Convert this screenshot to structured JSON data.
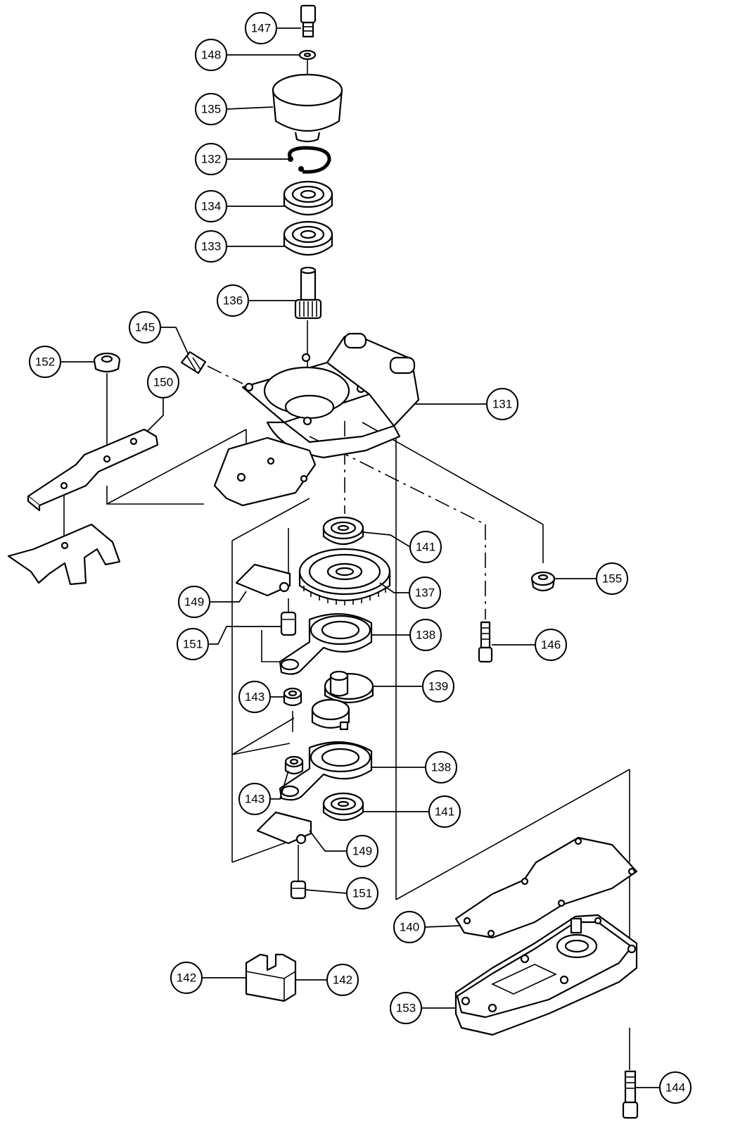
{
  "diagram": {
    "callouts": [
      {
        "id": "c147",
        "label": "147"
      },
      {
        "id": "c148",
        "label": "148"
      },
      {
        "id": "c135",
        "label": "135"
      },
      {
        "id": "c132",
        "label": "132"
      },
      {
        "id": "c134",
        "label": "134"
      },
      {
        "id": "c133",
        "label": "133"
      },
      {
        "id": "c136",
        "label": "136"
      },
      {
        "id": "c145",
        "label": "145"
      },
      {
        "id": "c152",
        "label": "152"
      },
      {
        "id": "c150",
        "label": "150"
      },
      {
        "id": "c131",
        "label": "131"
      },
      {
        "id": "c141a",
        "label": "141"
      },
      {
        "id": "c155",
        "label": "155"
      },
      {
        "id": "c137",
        "label": "137"
      },
      {
        "id": "c149a",
        "label": "149"
      },
      {
        "id": "c151a",
        "label": "151"
      },
      {
        "id": "c138a",
        "label": "138"
      },
      {
        "id": "c146",
        "label": "146"
      },
      {
        "id": "c143a",
        "label": "143"
      },
      {
        "id": "c139",
        "label": "139"
      },
      {
        "id": "c138b",
        "label": "138"
      },
      {
        "id": "c143b",
        "label": "143"
      },
      {
        "id": "c141b",
        "label": "141"
      },
      {
        "id": "c149b",
        "label": "149"
      },
      {
        "id": "c151b",
        "label": "151"
      },
      {
        "id": "c140",
        "label": "140"
      },
      {
        "id": "c142a",
        "label": "142"
      },
      {
        "id": "c142b",
        "label": "142"
      },
      {
        "id": "c153",
        "label": "153"
      },
      {
        "id": "c144",
        "label": "144"
      }
    ]
  }
}
